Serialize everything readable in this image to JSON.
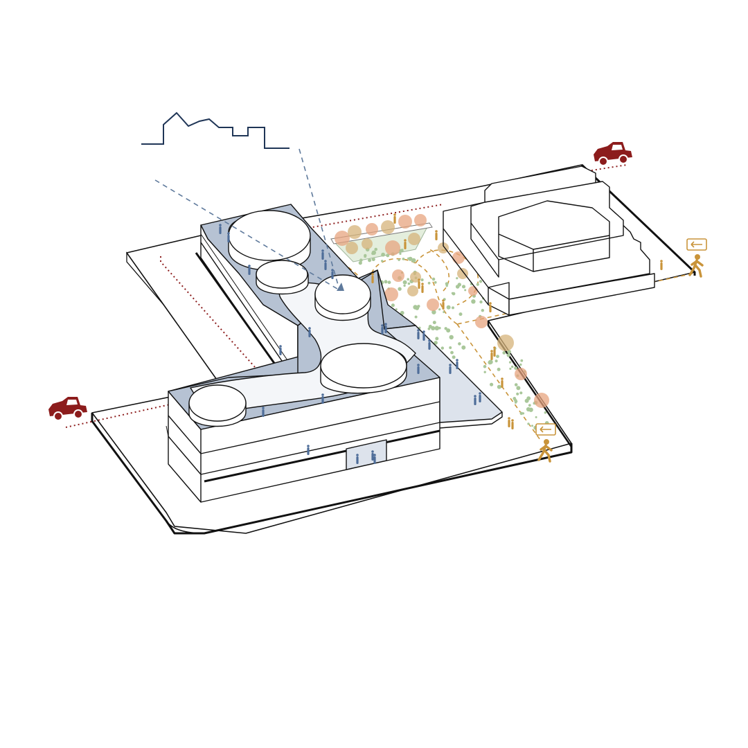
{
  "diagram": {
    "type": "axonometric-site-diagram",
    "colors": {
      "outline": "#111111",
      "building_fill": "#ffffff",
      "roof_blue": "#b6c2d3",
      "plaza_blue": "#dde3ec",
      "people_blue": "#4e6d99",
      "vehicle_red": "#8c1c1c",
      "pedestrian_gold": "#c9943a",
      "tree_orange": "#e7a47f",
      "tree_tan": "#d6b37a",
      "shrub_green": "#a9c79a",
      "skyline_navy": "#1f3556",
      "sightline_blue": "#5f7a9c"
    },
    "icons": {
      "vehicle": "car-icon",
      "pedestrian": "walking-person-icon",
      "direction": "arrow-left-sign-icon",
      "skyline": "skyline-silhouette-icon"
    },
    "counts": {
      "vehicle_access_points": 2,
      "pedestrian_access_points": 2
    }
  }
}
